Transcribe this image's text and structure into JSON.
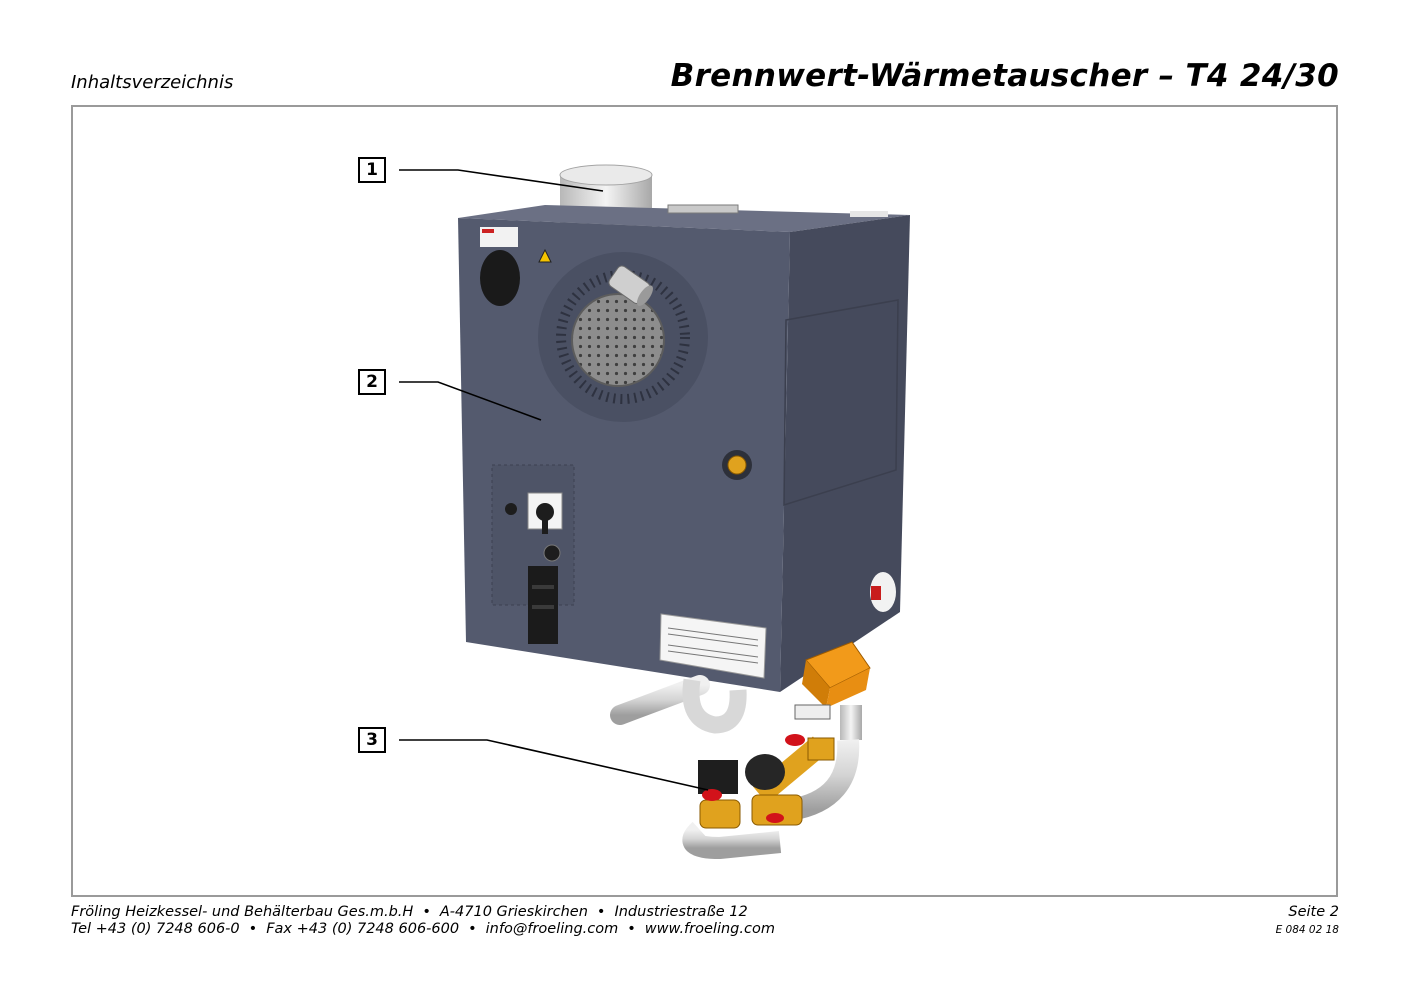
{
  "header": {
    "section": "Inhaltsverzeichnis",
    "title": "Brennwert-Wärmetauscher – T4 24/30"
  },
  "callouts": [
    {
      "number": "1"
    },
    {
      "number": "2"
    },
    {
      "number": "3"
    }
  ],
  "footer": {
    "company": "Fröling Heizkessel- und Behälterbau Ges.m.b.H",
    "address": "A-4710 Grieskirchen",
    "street": "Industriestraße 12",
    "tel": "Tel +43 (0) 7248 606-0",
    "fax": "Fax +43 (0) 7248 606-600",
    "email": "info@froeling.com",
    "web": "www.froeling.com",
    "separator": "•",
    "page": "Seite 2",
    "doc_code": "E 084 02 18"
  },
  "colors": {
    "casing_front": "#545a6e",
    "casing_side": "#454a5c",
    "casing_top": "#6b7084",
    "pipe": "#dcdcdc",
    "brass": "#e0a21e",
    "valve_red": "#d2121a",
    "pump_orange": "#f29a1a",
    "frame_border": "#9a9a9a"
  }
}
